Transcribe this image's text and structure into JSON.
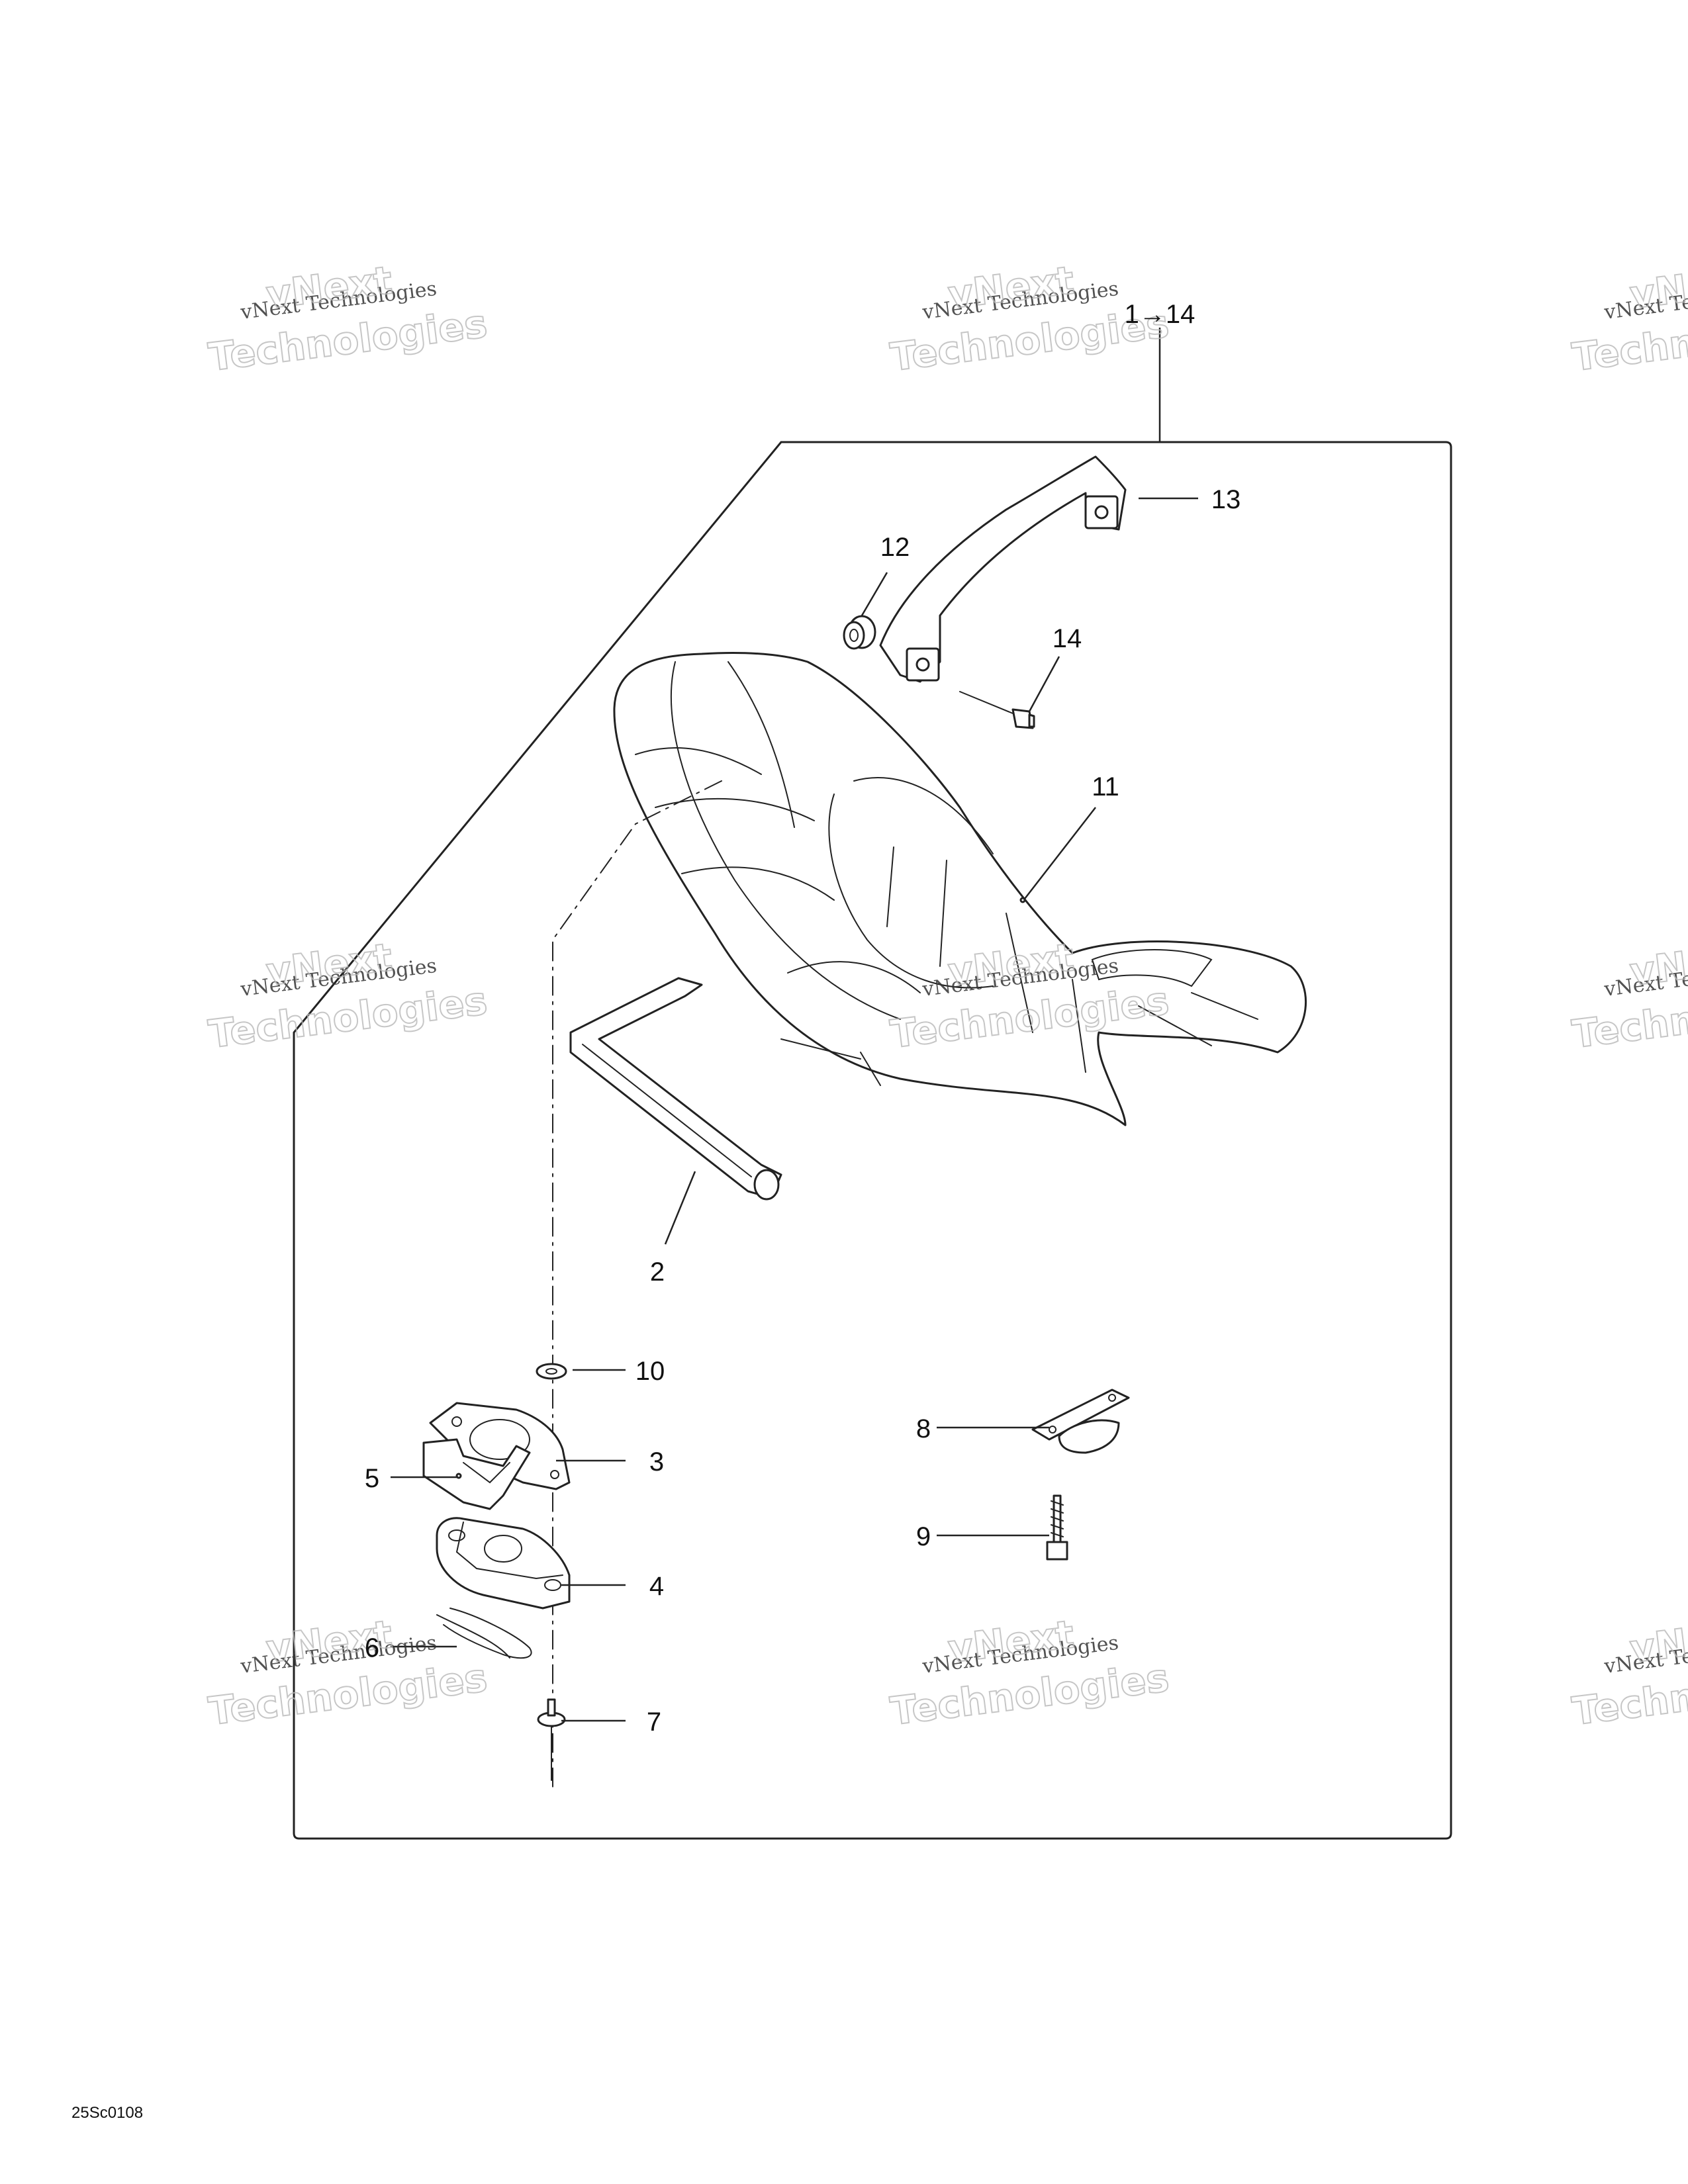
{
  "diagram": {
    "assembly_label": "1→14",
    "callouts": [
      "2",
      "3",
      "4",
      "5",
      "6",
      "7",
      "8",
      "9",
      "10",
      "11",
      "12",
      "13",
      "14"
    ],
    "watermark_lines": [
      "vNext Technologies",
      "vNext",
      "Technologies"
    ],
    "drawing_code": "25Sc0108"
  }
}
